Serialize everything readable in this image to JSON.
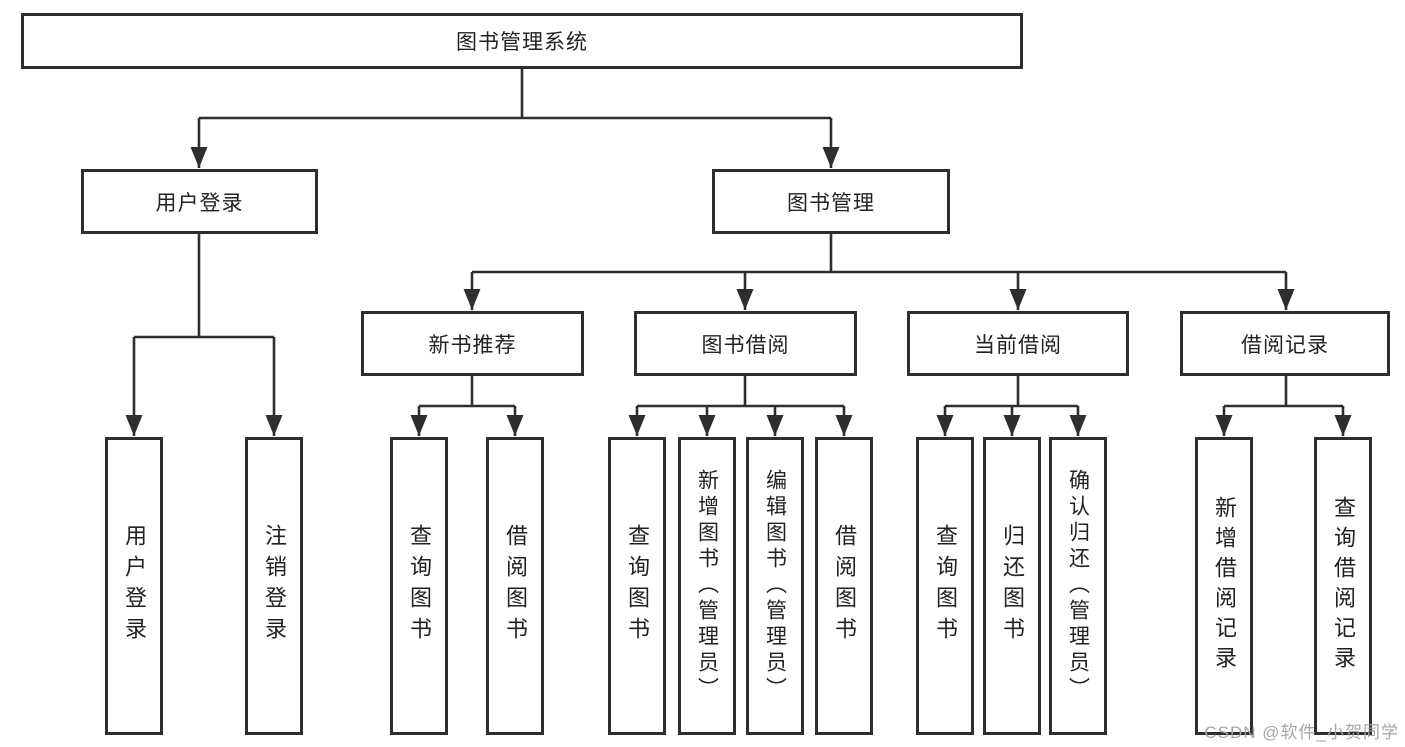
{
  "diagram": {
    "type": "hierarchy-diagram",
    "root": {
      "label": "图书管理系统",
      "children": [
        {
          "label": "用户登录",
          "children": [
            {
              "label": "用户登录"
            },
            {
              "label": "注销登录"
            }
          ]
        },
        {
          "label": "图书管理",
          "children": [
            {
              "label": "新书推荐",
              "children": [
                {
                  "label": "查询图书"
                },
                {
                  "label": "借阅图书"
                }
              ]
            },
            {
              "label": "图书借阅",
              "children": [
                {
                  "label": "查询图书"
                },
                {
                  "label": "新增图书（管理员）"
                },
                {
                  "label": "编辑图书（管理员）"
                },
                {
                  "label": "借阅图书"
                }
              ]
            },
            {
              "label": "当前借阅",
              "children": [
                {
                  "label": "查询图书"
                },
                {
                  "label": "归还图书"
                },
                {
                  "label": "确认归还（管理员）"
                }
              ]
            },
            {
              "label": "借阅记录",
              "children": [
                {
                  "label": "新增借阅记录"
                },
                {
                  "label": "查询借阅记录"
                }
              ]
            }
          ]
        }
      ]
    },
    "colors": {
      "stroke": "#2e2e2e",
      "text": "#222222",
      "background": "#ffffff",
      "watermark_color": "#a6a6a6"
    },
    "watermark": "CSDN @软件_小贺同学"
  }
}
